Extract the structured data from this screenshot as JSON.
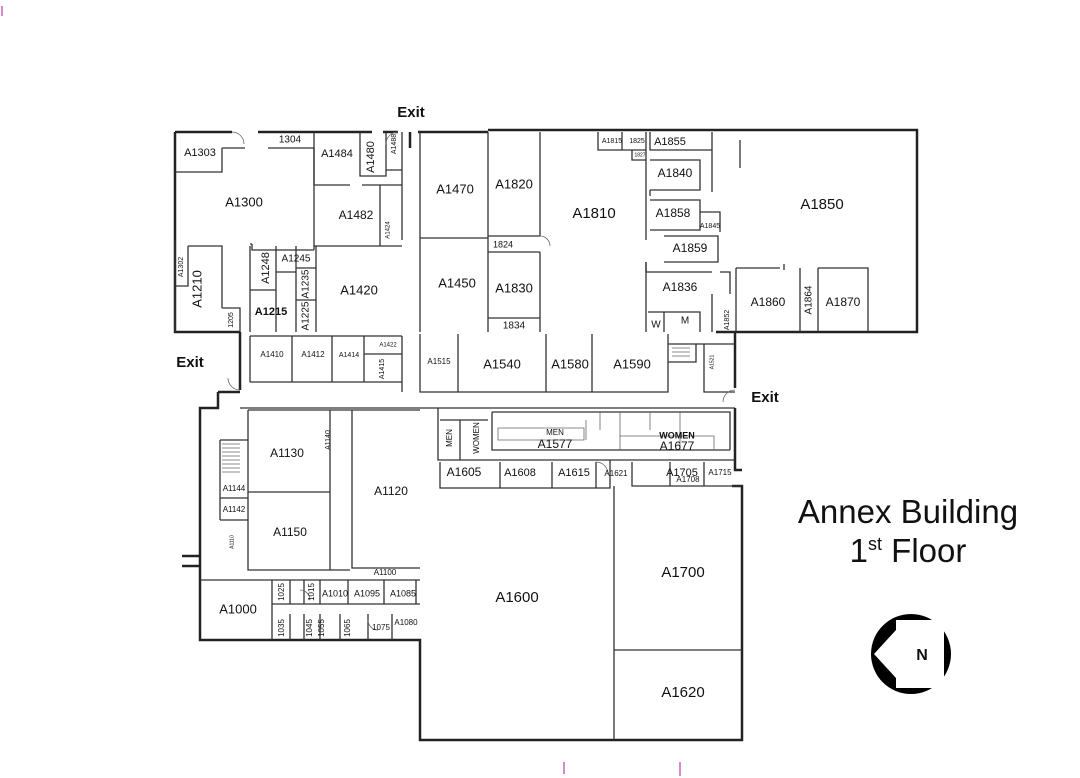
{
  "title": {
    "line1": "Annex Building",
    "line2_pre": "1",
    "line2_sup": "st",
    "line2_post": " Floor"
  },
  "compass": {
    "letter": "N"
  },
  "exits": [
    "Exit",
    "Exit",
    "Exit"
  ],
  "rooms": [
    "A1303",
    "1304",
    "A1484",
    "A1480",
    "A1488",
    "A1300",
    "A1482",
    "A1424",
    "A1470",
    "A1820",
    "A1815",
    "1825",
    "A1855",
    "1827",
    "A1810",
    "A1840",
    "A1850",
    "A1858",
    "A1845",
    "A1859",
    "A1836",
    "A1860",
    "A1864",
    "A1870",
    "A1852",
    "W",
    "M",
    "1834",
    "A1830",
    "1824",
    "A1450",
    "A1420",
    "A1245",
    "A1248",
    "A1235",
    "A1225",
    "A1215",
    "A1302",
    "A1210",
    "1205",
    "A1410",
    "A1412",
    "A1414",
    "A1422",
    "A1415",
    "A1515",
    "A1540",
    "A1580",
    "A1590",
    "A1521",
    "MEN",
    "WOMEN",
    "MEN",
    "A1577",
    "WOMEN",
    "A1677",
    "A1605",
    "A1608",
    "A1615",
    "A1621",
    "A1705",
    "A1708",
    "A1715",
    "A1130",
    "A1140",
    "A1144",
    "A1142",
    "A1110",
    "A1150",
    "A1120",
    "A1100",
    "A1000",
    "1025",
    "1015",
    "A1010",
    "A1095",
    "A1085",
    "1035",
    "1045",
    "1055",
    "1065",
    "1075",
    "A1080",
    "A1600",
    "A1700",
    "A1620"
  ]
}
